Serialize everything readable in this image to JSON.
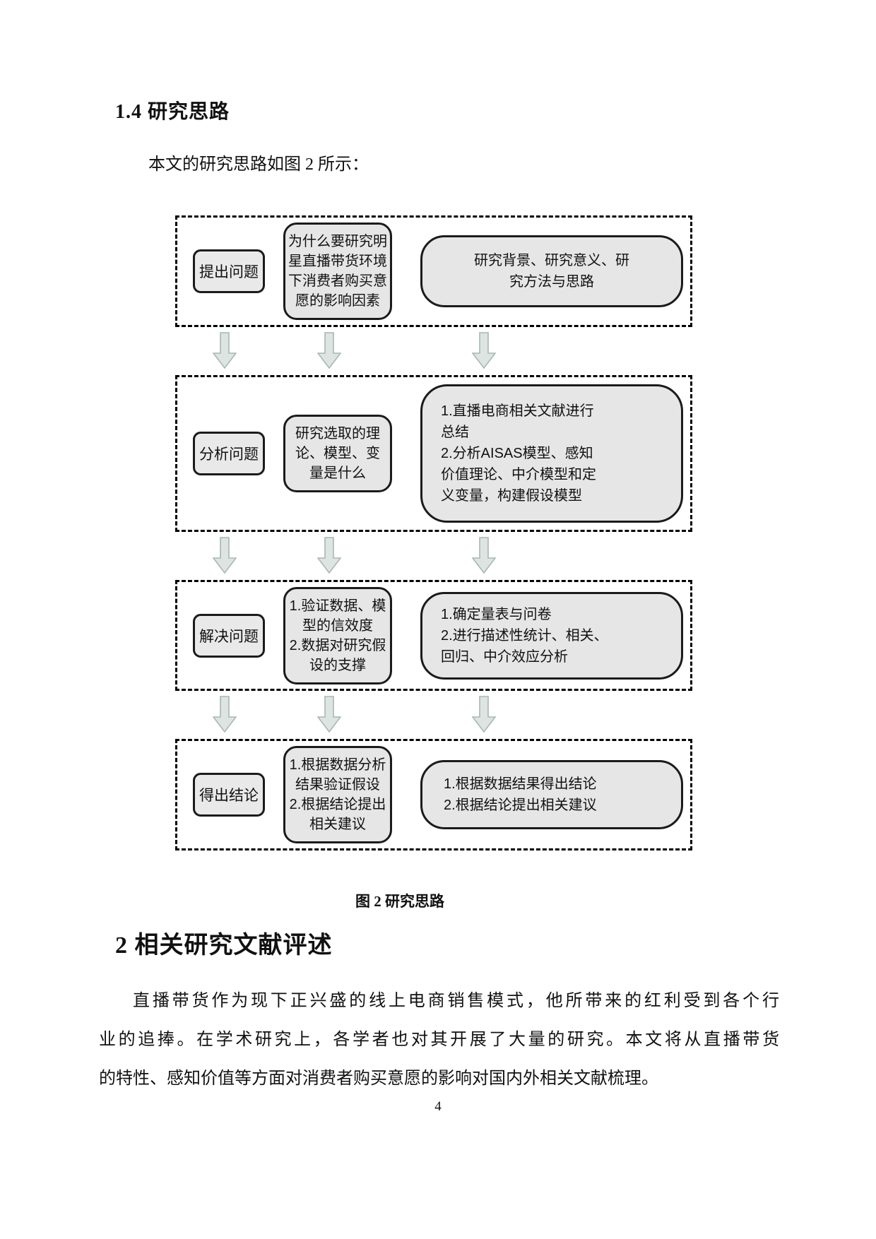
{
  "page": {
    "section_heading_1": "1.4 研究思路",
    "intro_text": "本文的研究思路如图 2 所示：",
    "figure_caption": "图 2  研究思路",
    "section_heading_2": "2 相关研究文献评述",
    "paragraph_lines": [
      "直播带货作为现下正兴盛的线上电商销售模式，他所带来的红利受到各个行",
      "业的追捧。在学术研究上，各学者也对其开展了大量的研究。本文将从直播带货",
      "的特性、感知价值等方面对消费者购买意愿的影响对国内外相关文献梳理。"
    ],
    "page_number": "4"
  },
  "flowchart": {
    "rows": [
      {
        "label": "提出问题",
        "middle_lines": [
          "为什么要研究明",
          "星直播带货环境",
          "下消费者购买意",
          "愿的影响因素"
        ],
        "right_lines": [
          "研究背景、研究意义、研",
          "究方法与思路"
        ]
      },
      {
        "label": "分析问题",
        "middle_lines": [
          "研究选取的理",
          "论、模型、变",
          "量是什么"
        ],
        "right_lines": [
          "1.直播电商相关文献进行",
          "总结",
          "2.分析AISAS模型、感知",
          "价值理论、中介模型和定",
          "义变量，构建假设模型"
        ]
      },
      {
        "label": "解决问题",
        "middle_lines": [
          "1.验证数据、模",
          "型的信效度",
          "2.数据对研究假",
          "设的支撑"
        ],
        "right_lines": [
          "1.确定量表与问卷",
          "2.进行描述性统计、相关、",
          "回归、中介效应分析"
        ]
      },
      {
        "label": "得出结论",
        "middle_lines": [
          "1.根据数据分析",
          "结果验证假设",
          "2.根据结论提出",
          "相关建议"
        ],
        "right_lines": [
          "1.根据数据结果得出结论",
          "2.根据结论提出相关建议"
        ]
      }
    ],
    "colors": {
      "arrow_fill": "#dde4e2",
      "arrow_stroke": "#a7b8b2",
      "box_fill": "#e6e6e6",
      "box_border": "#1b1b1b",
      "dashed_border": "#000000"
    }
  }
}
